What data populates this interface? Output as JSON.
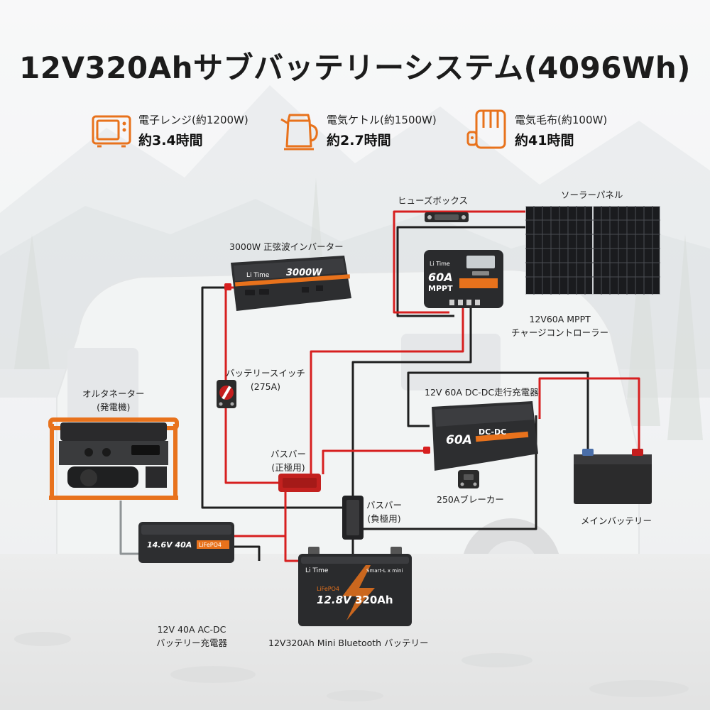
{
  "title": "12V320Ahサブバッテリーシステム(4096Wh)",
  "colors": {
    "accent": "#e8721c",
    "positive_wire": "#d71f1f",
    "negative_wire": "#1f1f1f",
    "device_body": "#2d2e30"
  },
  "runtimes": [
    {
      "icon": "microwave-icon",
      "label": "電子レンジ(約1200W)",
      "value": "約3.4時間"
    },
    {
      "icon": "kettle-icon",
      "label": "電気ケトル(約1500W)",
      "value": "約2.7時間"
    },
    {
      "icon": "electric-blanket-icon",
      "label": "電気毛布(約100W)",
      "value": "約41時間"
    }
  ],
  "labels": {
    "fuse_box": "ヒューズボックス",
    "solar_panel": "ソーラーパネル",
    "inverter": "3000W 正弦波インバーター",
    "mppt_line1": "12V60A MPPT",
    "mppt_line2": "チャージコントローラー",
    "battery_switch_line1": "バッテリースイッチ",
    "battery_switch_line2": "(275A)",
    "alternator_line1": "オルタネーター",
    "alternator_line2": "(発電機)",
    "dcdc": "12V 60A DC-DC走行充電器",
    "busbar_pos_line1": "バスバー",
    "busbar_pos_line2": "(正極用)",
    "breaker": "250Aブレーカー",
    "busbar_neg_line1": "バスバー",
    "busbar_neg_line2": "(負極用)",
    "main_battery": "メインバッテリー",
    "acdc_line1": "12V 40A AC-DC",
    "acdc_line2": "バッテリー充電器",
    "lifepo4": "12V320Ah Mini Bluetooth バッテリー"
  },
  "device_text": {
    "inverter_brand": "Li Time",
    "inverter_rating": "3000W",
    "mppt_brand": "Li Time",
    "mppt_rating": "60A",
    "mppt_type": "MPPT",
    "dcdc_rating": "60A",
    "dcdc_type": "DC-DC",
    "charger_rating": "14.6V 40A",
    "charger_chem": "LiFePO4",
    "battery_brand": "Li Time",
    "battery_series": "Smart-L x mini",
    "battery_chem": "LiFePO4",
    "battery_voltage": "12.8V",
    "battery_capacity": "320Ah"
  }
}
